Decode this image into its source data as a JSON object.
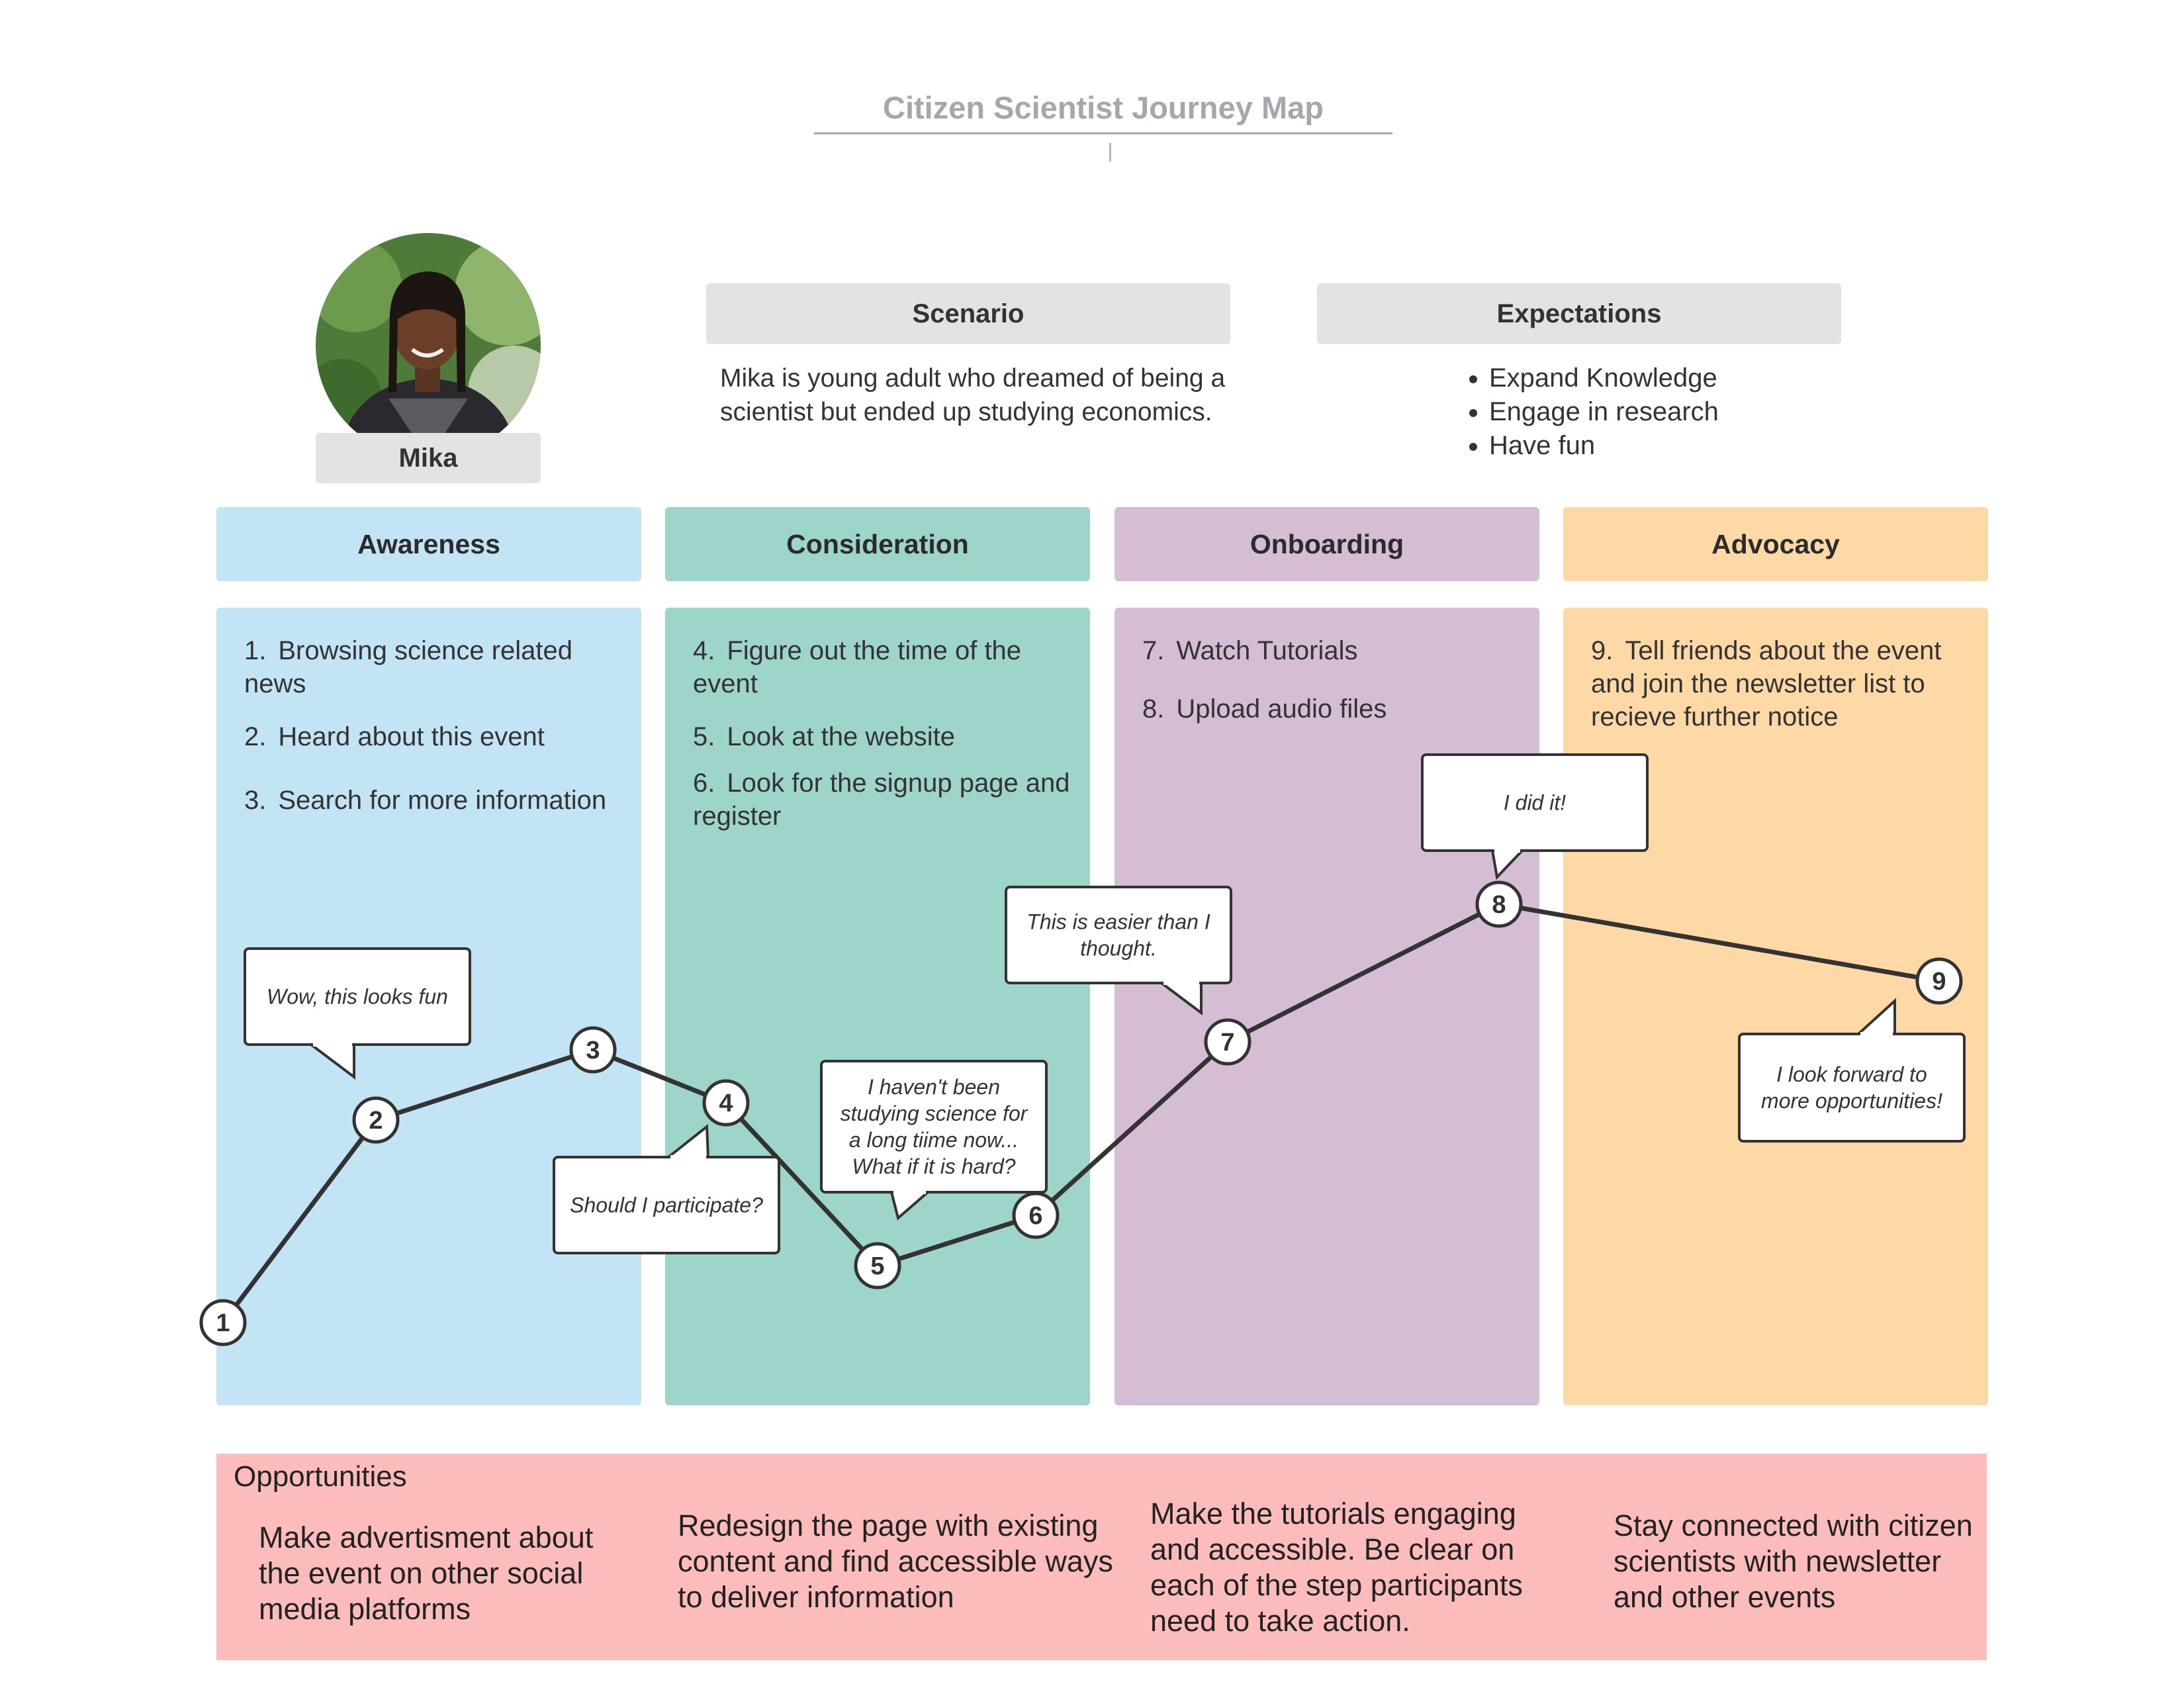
{
  "title": "Citizen Scientist Journey Map",
  "persona": {
    "name": "Mika",
    "photo_icon": "persona-photo"
  },
  "scenario": {
    "heading": "Scenario",
    "text": "Mika is young adult who dreamed of being a scientist but ended up studying economics."
  },
  "expectations": {
    "heading": "Expectations",
    "items": [
      "Expand Knowledge",
      "Engage in research",
      "Have fun"
    ]
  },
  "stages": [
    {
      "name": "Awareness",
      "color": "#c3e4f5",
      "steps": [
        {
          "num": "1.",
          "text": "Browsing science related news"
        },
        {
          "num": "2.",
          "text": "Heard about this event"
        },
        {
          "num": "3.",
          "text": "Search for more information"
        }
      ]
    },
    {
      "name": "Consideration",
      "color": "#9dd5cb",
      "steps": [
        {
          "num": "4.",
          "text": "Figure out the time of the event"
        },
        {
          "num": "5.",
          "text": "Look at the website"
        },
        {
          "num": "6.",
          "text": "Look for the signup page and register"
        }
      ]
    },
    {
      "name": "Onboarding",
      "color": "#d5bdd4",
      "steps": [
        {
          "num": "7.",
          "text": "Watch Tutorials"
        },
        {
          "num": "8.",
          "text": "Upload audio files"
        }
      ]
    },
    {
      "name": "Advocacy",
      "color": "#fed9a6",
      "steps": [
        {
          "num": "9.",
          "text": "Tell friends about the event and join the newsletter list to recieve further notice"
        }
      ]
    }
  ],
  "journey": {
    "points": [
      "1",
      "2",
      "3",
      "4",
      "5",
      "6",
      "7",
      "8",
      "9"
    ],
    "quotes": [
      {
        "point": "2",
        "lines": [
          "Wow, this looks fun"
        ]
      },
      {
        "point": "4",
        "lines": [
          "Should I participate?"
        ]
      },
      {
        "point": "5",
        "lines": [
          "I haven't been",
          "studying science for",
          "a long tiime now...",
          "What if it is hard?"
        ]
      },
      {
        "point": "7",
        "lines": [
          "This is easier than I",
          "thought."
        ]
      },
      {
        "point": "8",
        "lines": [
          "I did it!"
        ]
      },
      {
        "point": "9",
        "lines": [
          "I look forward to",
          "more opportunities!"
        ]
      }
    ]
  },
  "opportunities": {
    "title": "Opportunities",
    "items": [
      "Make advertisment about the event on other social media platforms",
      "Redesign the page with existing content and find accessible ways to deliver information",
      "Make the tutorials engaging and accessible. Be clear on each of the step participants need to take action.",
      "Stay connected with citizen scientists with newsletter and other events"
    ]
  },
  "colors": {
    "opportunities_bg": "#fdbcbc",
    "header_gray": "#e3e3e3",
    "title_gray": "#a4a7ad",
    "line": "#333333"
  }
}
